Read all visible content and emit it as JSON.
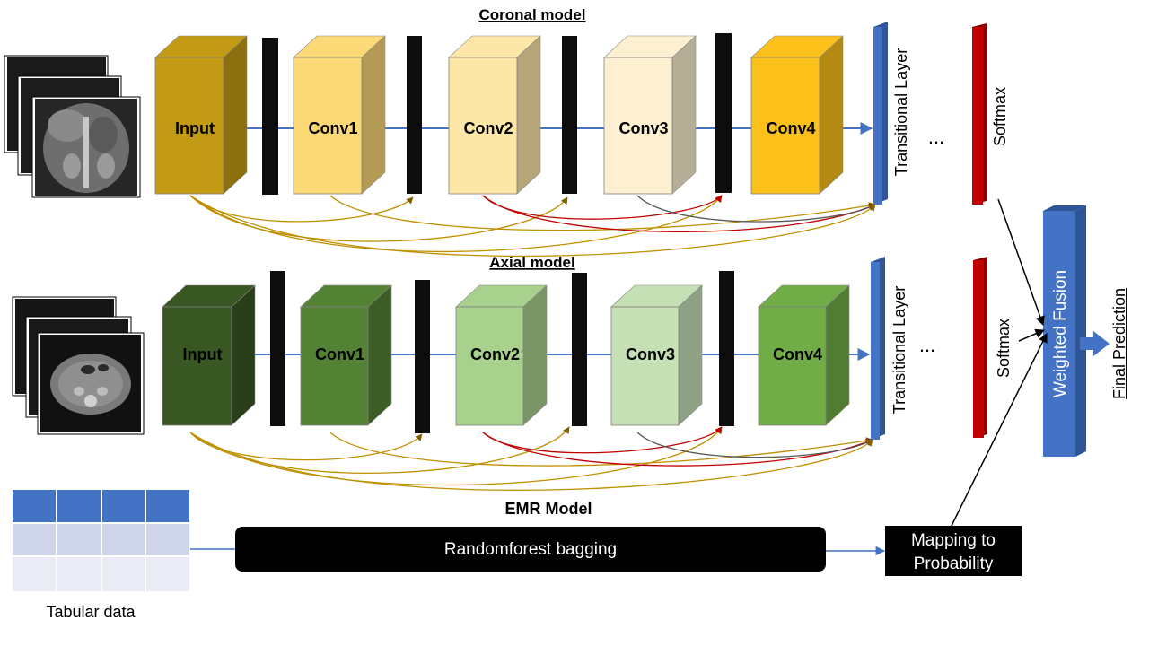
{
  "coronal": {
    "title": "Coronal model",
    "blocks": [
      "Input",
      "Conv1",
      "Conv2",
      "Conv3",
      "Conv4"
    ],
    "transitional": "Transitional Layer",
    "ellipsis": "...",
    "softmax": "Softmax",
    "colors": [
      "#c39a13",
      "#fcd977",
      "#fde7a6",
      "#fdf0d0",
      "#fbc01a"
    ]
  },
  "axial": {
    "title": "Axial model",
    "blocks": [
      "Input",
      "Conv1",
      "Conv2",
      "Conv3",
      "Conv4"
    ],
    "transitional": "Transitional Layer",
    "ellipsis": "...",
    "softmax": "Softmax",
    "colors": [
      "#385723",
      "#548235",
      "#a9d18e",
      "#c5e0b4",
      "#70ad47"
    ]
  },
  "fusion": {
    "weighted": "Weighted Fusion",
    "final": "Final Prediction"
  },
  "emr": {
    "title": "EMR Model",
    "bagging": "Randomforest bagging",
    "mapping_line1": "Mapping to",
    "mapping_line2": "Probability",
    "tabular": "Tabular data"
  },
  "colors": {
    "transitional_blue": "#4472c4",
    "softmax_red": "#c00000",
    "connector_blue": "#4472c4",
    "skip_gold": "#bf9000",
    "skip_red": "#c00000",
    "skip_gray": "#595959"
  }
}
